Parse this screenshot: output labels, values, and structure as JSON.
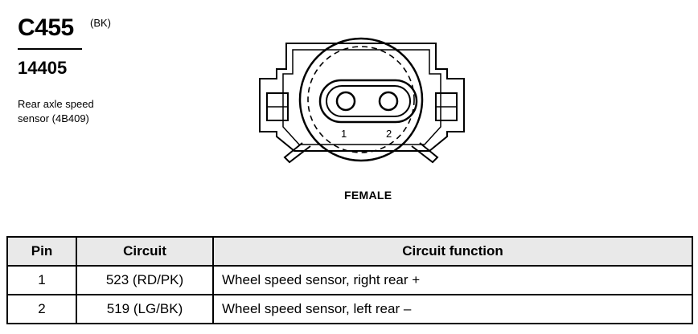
{
  "connector": {
    "id": "C455",
    "color_code": "(BK)",
    "part_number": "14405",
    "description_line1": "Rear axle speed",
    "description_line2": "sensor (4B409)"
  },
  "diagram": {
    "view_label": "FEMALE",
    "pins": [
      "1",
      "2"
    ]
  },
  "table": {
    "headers": [
      "Pin",
      "Circuit",
      "Circuit function"
    ],
    "rows": [
      {
        "pin": "1",
        "circuit": "523 (RD/PK)",
        "function": "Wheel speed sensor, right rear +"
      },
      {
        "pin": "2",
        "circuit": "519 (LG/BK)",
        "function": "Wheel speed sensor, left rear –"
      }
    ]
  }
}
